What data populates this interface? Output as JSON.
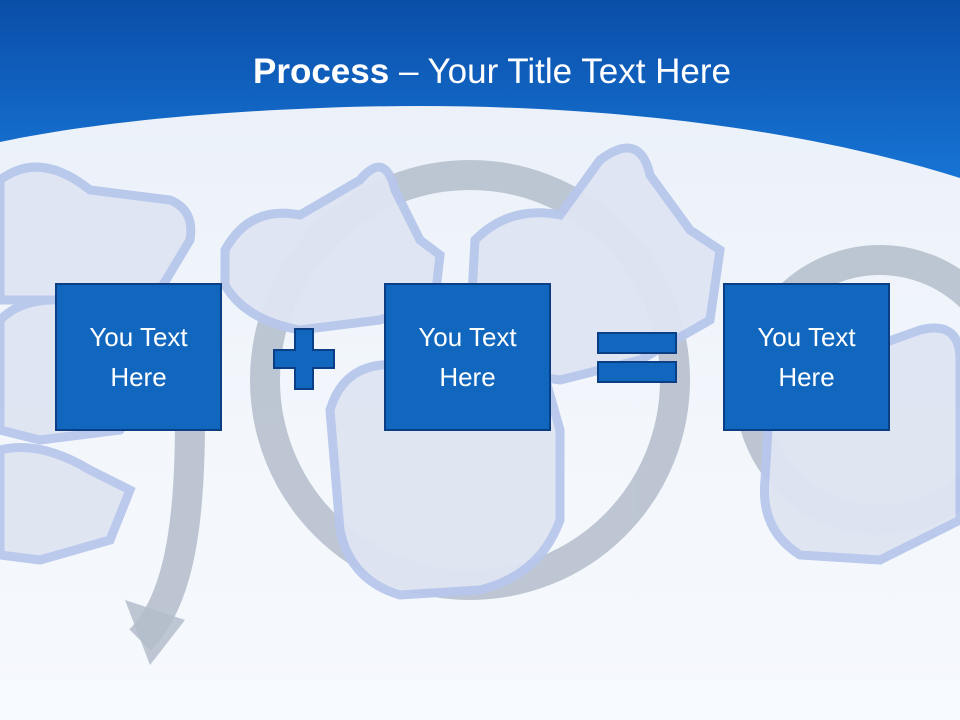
{
  "slide": {
    "title_bold": "Process",
    "title_rest": " – Your Title Text Here",
    "boxes": [
      {
        "text": "You Text Here"
      },
      {
        "text": "You Text Here"
      },
      {
        "text": "You Text Here"
      }
    ],
    "operators": [
      "plus-icon",
      "equals-icon"
    ]
  },
  "colors": {
    "header_blue": "#0d5db8",
    "box_fill": "#1166be",
    "box_border": "#0a3f85",
    "operator_fill": "#1166be",
    "thumbs_tint": "#b8c8ec",
    "arrows_gray": "#b2bcc8"
  }
}
